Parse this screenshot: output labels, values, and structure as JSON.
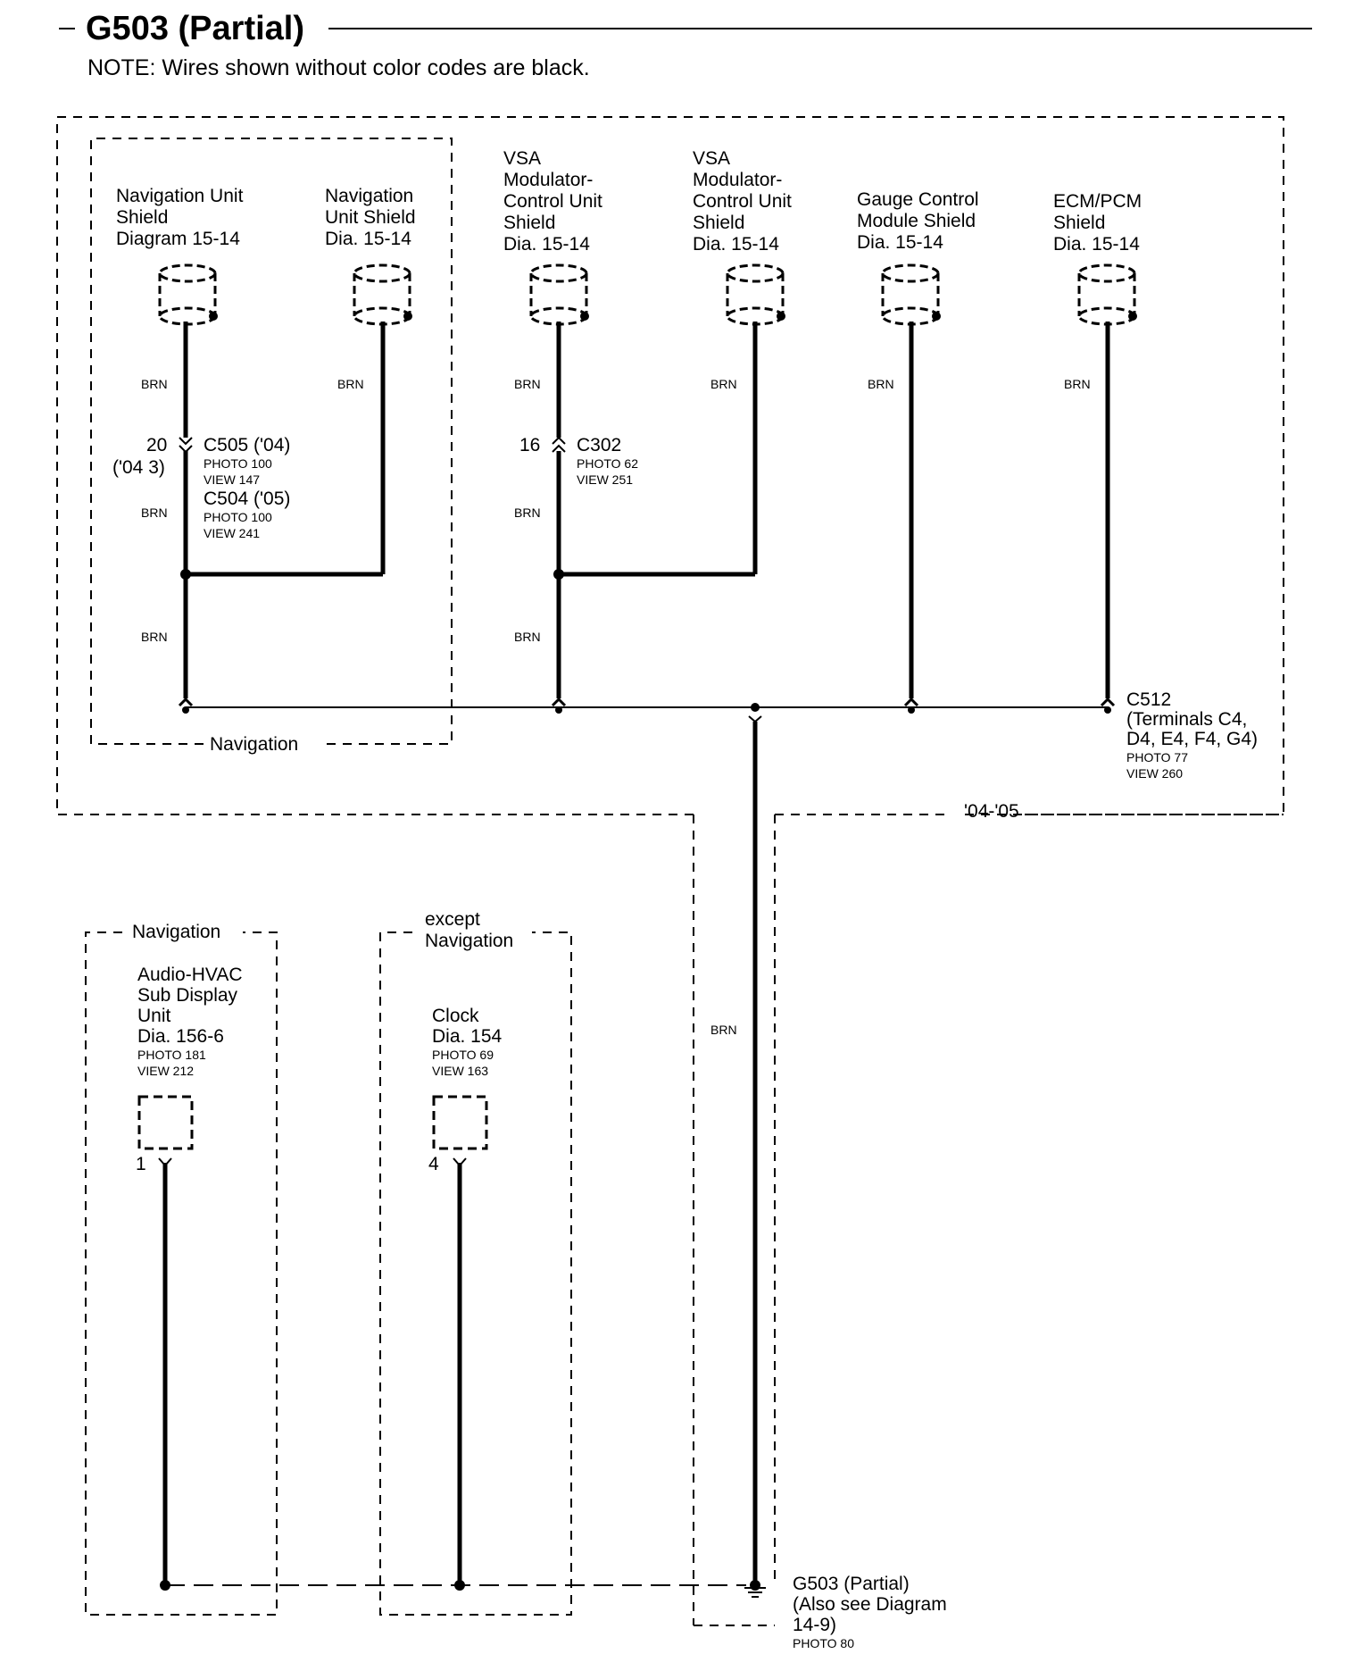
{
  "header": {
    "title": "G503 (Partial)",
    "note": "NOTE: Wires shown without color codes are black."
  },
  "groups": {
    "nav_top": "Navigation",
    "year_range": "'04-'05",
    "nav_bottom": "Navigation",
    "except_nav_1": "except",
    "except_nav_2": "Navigation"
  },
  "shields": [
    {
      "lines": [
        "Navigation  Unit",
        "Shield",
        "Diagram 15-14"
      ]
    },
    {
      "lines": [
        "Navigation",
        "Unit Shield",
        "Dia. 15-14"
      ]
    },
    {
      "lines": [
        "VSA",
        "Modulator-",
        "Control Unit",
        "Shield",
        "Dia. 15-14"
      ]
    },
    {
      "lines": [
        "VSA",
        "Modulator-",
        "Control Unit",
        "Shield",
        "Dia. 15-14"
      ]
    },
    {
      "lines": [
        "Gauge Control",
        "Module Shield",
        "Dia. 15-14"
      ]
    },
    {
      "lines": [
        "ECM/PCM",
        "Shield",
        "Dia. 15-14"
      ]
    }
  ],
  "wire_color": "BRN",
  "connectors": {
    "c505": {
      "pin": "20",
      "pin_alt": "('04 3)",
      "name": "C505 ('04)",
      "photo": "PHOTO 100",
      "view": "VIEW 147"
    },
    "c504": {
      "name": "C504 ('05)",
      "photo": "PHOTO 100",
      "view": "VIEW 241"
    },
    "c302": {
      "pin": "16",
      "name": "C302",
      "photo": "PHOTO 62",
      "view": "VIEW 251"
    },
    "c512": {
      "lines": [
        "C512",
        "(Terminals C4,",
        "D4, E4, F4, G4)"
      ],
      "photo": "PHOTO 77",
      "view": "VIEW 260"
    }
  },
  "components": {
    "audio_hvac": {
      "lines": [
        "Audio-HVAC",
        "Sub Display",
        "Unit",
        "Dia. 156-6"
      ],
      "photo": "PHOTO 181",
      "view": "VIEW 212",
      "pin": "1"
    },
    "clock": {
      "lines": [
        "Clock",
        "Dia. 154"
      ],
      "photo": "PHOTO 69",
      "view": "VIEW 163",
      "pin": "4"
    }
  },
  "ground": {
    "lines": [
      "G503 (Partial)",
      "(Also see Diagram",
      "14-9)"
    ],
    "photo": "PHOTO 80"
  }
}
